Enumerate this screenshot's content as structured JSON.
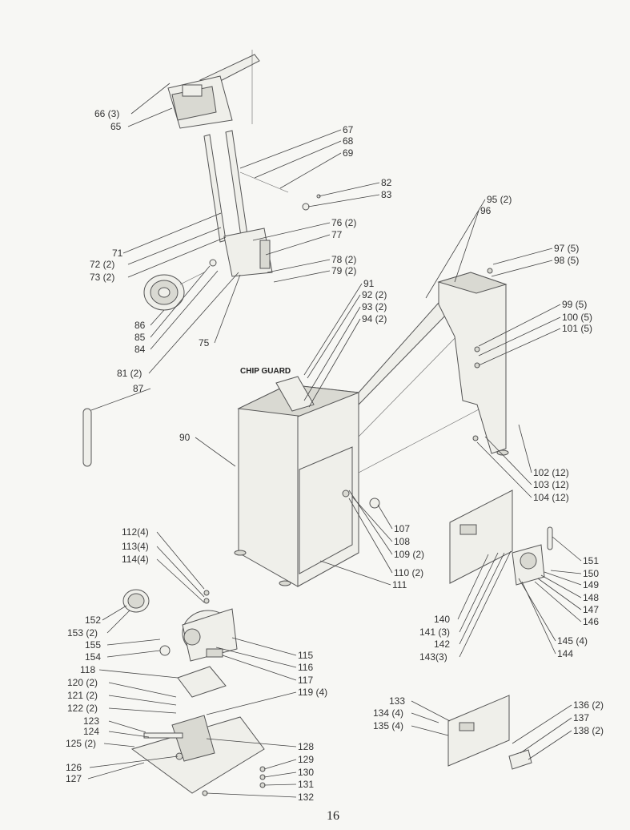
{
  "page_number": "16",
  "chip_guard_label": "CHIP GUARD",
  "labels": {
    "l66": "66 (3)",
    "l65": "65",
    "l67": "67",
    "l68": "68",
    "l69": "69",
    "l82": "82",
    "l83": "83",
    "l71": "71",
    "l72": "72 (2)",
    "l73": "73 (2)",
    "l76": "76 (2)",
    "l77": "77",
    "l78": "78 (2)",
    "l79": "79 (2)",
    "l86": "86",
    "l85": "85",
    "l84": "84",
    "l75": "75",
    "l81": "81 (2)",
    "l87": "87",
    "l95": "95 (2)",
    "l96": "96",
    "l97": "97 (5)",
    "l98": "98 (5)",
    "l91": "91",
    "l92": "92 (2)",
    "l93": "93 (2)",
    "l94": "94 (2)",
    "l99": "99 (5)",
    "l100": "100 (5)",
    "l101": "101 (5)",
    "l90": "90",
    "l102": "102 (12)",
    "l103": "103 (12)",
    "l104": "104 (12)",
    "l107": "107",
    "l108": "108",
    "l109": "109 (2)",
    "l110": "110 (2)",
    "l111": "111",
    "l112": "112(4)",
    "l113": "113(4)",
    "l114": "114(4)",
    "l151": "151",
    "l150": "150",
    "l149": "149",
    "l148": "148",
    "l147": "147",
    "l146": "146",
    "l140": "140",
    "l141": "141 (3)",
    "l142": "142",
    "l143": "143(3)",
    "l145": "145 (4)",
    "l144": "144",
    "l152": "152",
    "l153": "153 (2)",
    "l155": "155",
    "l154": "154",
    "l115": "115",
    "l116": "116",
    "l117": "117",
    "l118": "118",
    "l119": "119 (4)",
    "l120": "120 (2)",
    "l121": "121 (2)",
    "l122": "122 (2)",
    "l123": "123",
    "l124": "124",
    "l125": "125 (2)",
    "l126": "126",
    "l127": "127",
    "l128": "128",
    "l129": "129",
    "l130": "130",
    "l131": "131",
    "l132": "132",
    "l133": "133",
    "l134": "134 (4)",
    "l135": "135 (4)",
    "l136": "136 (2)",
    "l137": "137",
    "l138": "138 (2)"
  }
}
